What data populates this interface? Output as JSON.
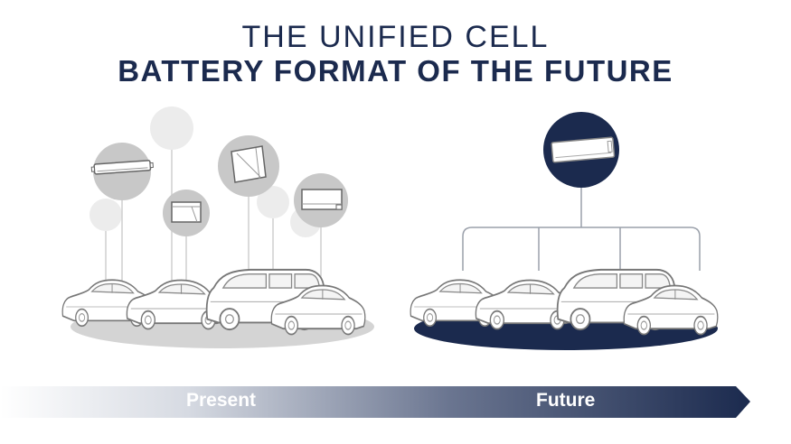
{
  "title": {
    "line1": "THE UNIFIED CELL",
    "line2": "BATTERY FORMAT OF THE FUTURE"
  },
  "timeline": {
    "present_label": "Present",
    "future_label": "Future"
  },
  "colors": {
    "navy": "#1b2a4e",
    "grey_circle": "#c8c8c8",
    "light_circle": "#ececec",
    "ground_grey": "#d4d4d4"
  },
  "icons": [
    "battery-cell-icon",
    "car-icon"
  ]
}
